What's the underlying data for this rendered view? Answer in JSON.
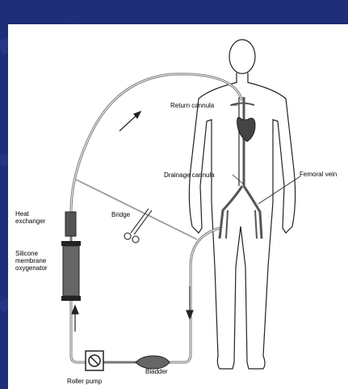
{
  "diagram": {
    "labels": {
      "return_cannula": "Return cannula",
      "drainage_cannula": "Drainage cannula",
      "femoral_vein": "Femoral vein",
      "heat_exchanger_1": "Heat",
      "heat_exchanger_2": "exchanger",
      "bridge": "Bridge",
      "oxygenator_1": "Silicone",
      "oxygenator_2": "membrane",
      "oxygenator_3": "oxygenator",
      "bladder": "Bladder",
      "roller_pump": "Roller pump"
    },
    "colors": {
      "background": "#1f2e78",
      "panel": "#ffffff",
      "tubing": "#777777",
      "outline": "#222222"
    }
  }
}
